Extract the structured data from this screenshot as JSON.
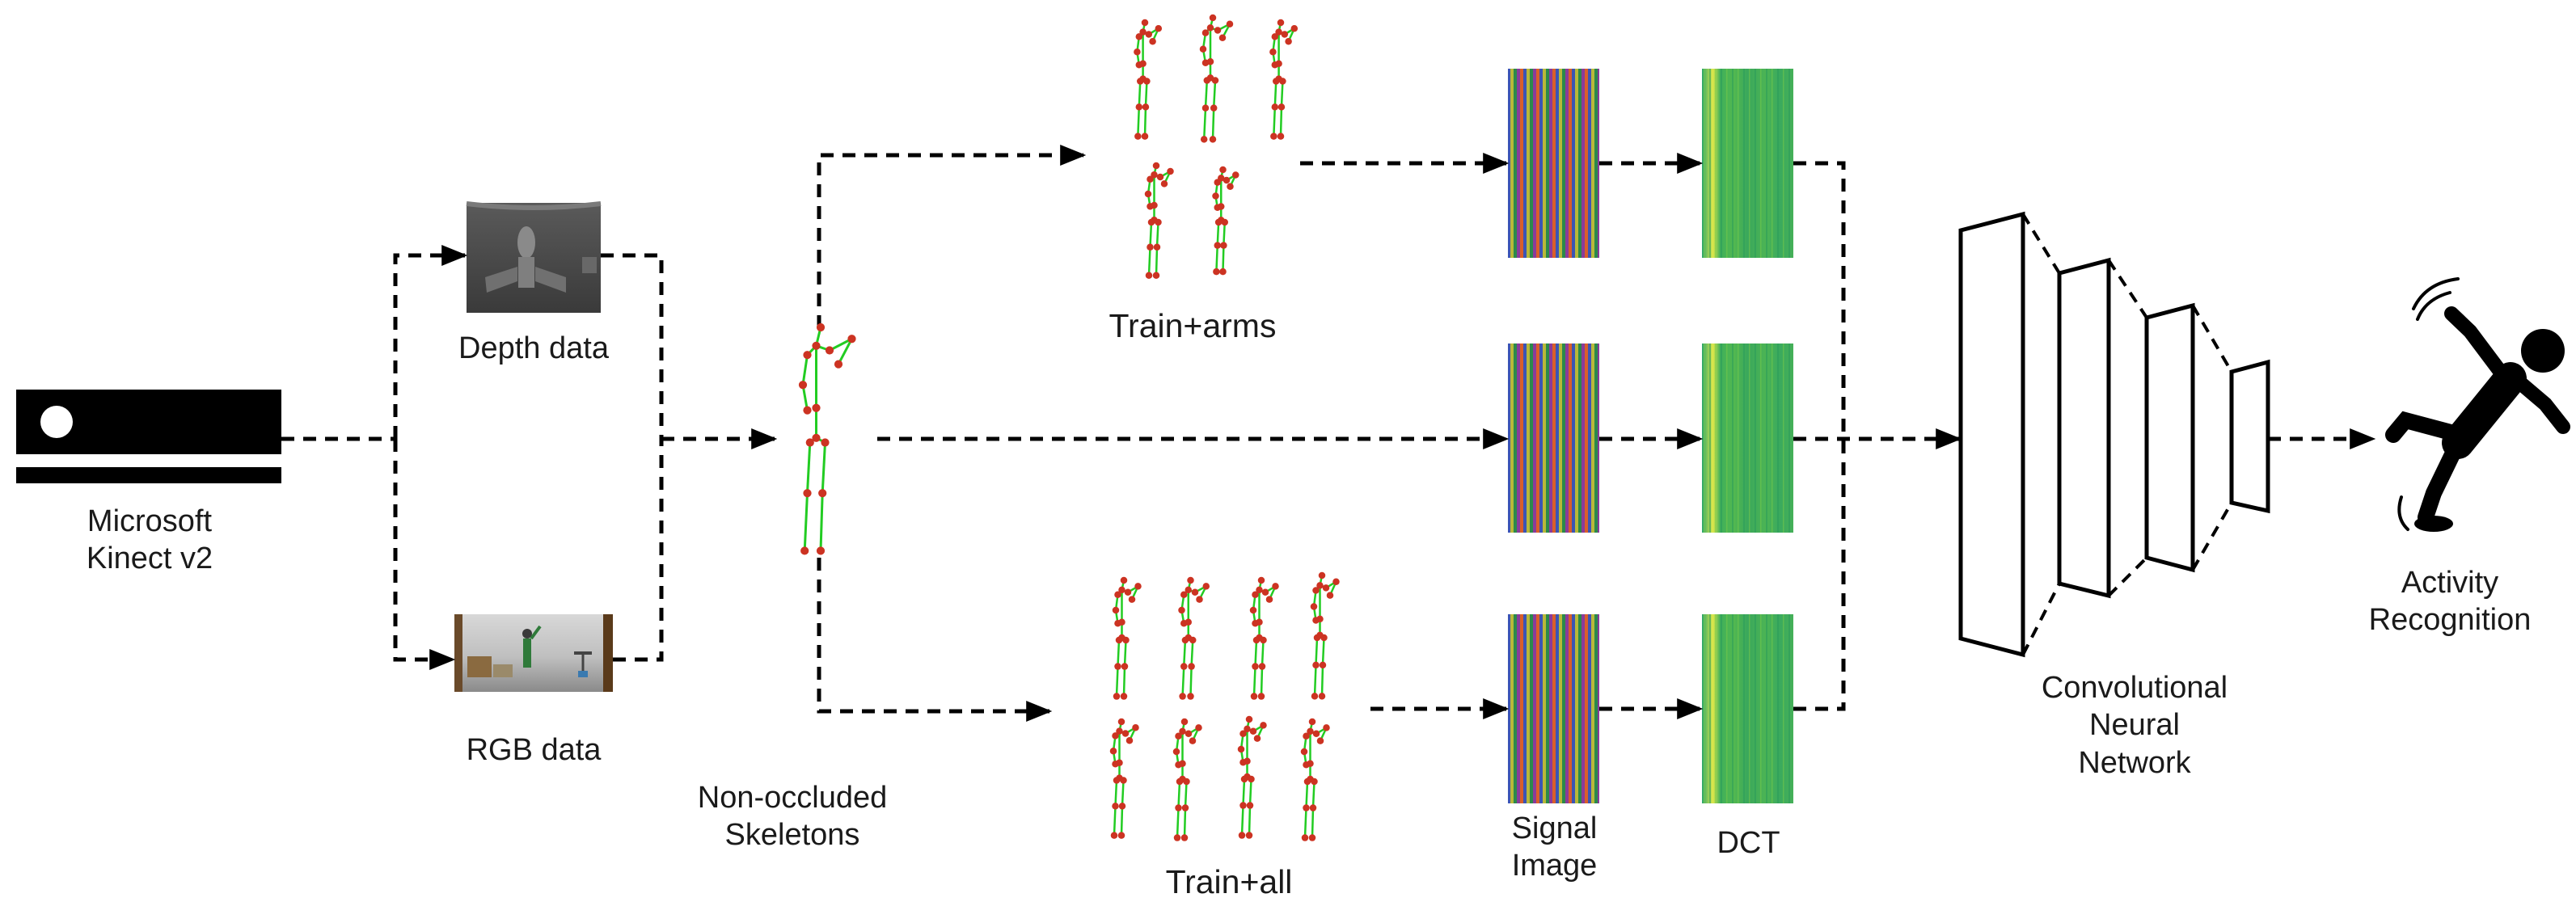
{
  "labels": {
    "kinect": [
      "Microsoft",
      "Kinect v2"
    ],
    "depth": "Depth data",
    "rgb": "RGB data",
    "skeletons": [
      "Non-occluded",
      "Skeletons"
    ],
    "train_arms": "Train+arms",
    "train_all": "Train+all",
    "signal_image": [
      "Signal",
      "Image"
    ],
    "dct": "DCT",
    "cnn": [
      "Convolutional",
      "Neural",
      "Network"
    ],
    "activity": [
      "Activity",
      "Recognition"
    ]
  },
  "colors": {
    "arrow": "#000000",
    "bone": "#22cc22",
    "joint": "#cc3322",
    "dct_base": "#3fb05a",
    "dct_highlight": "#d8e63a"
  },
  "icons": {
    "kinect": "kinect-sensor-icon",
    "activity": "falling-person-icon"
  }
}
